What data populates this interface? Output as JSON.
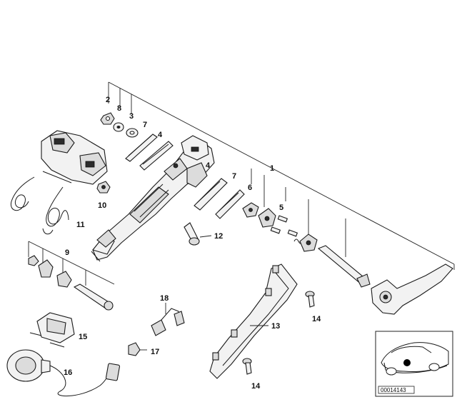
{
  "diagram": {
    "title": "Steering column assembly exploded view",
    "callouts": [
      {
        "id": "c1",
        "label": "1"
      },
      {
        "id": "c2",
        "label": "2"
      },
      {
        "id": "c3",
        "label": "3"
      },
      {
        "id": "c4a",
        "label": "4"
      },
      {
        "id": "c4b",
        "label": "4"
      },
      {
        "id": "c5",
        "label": "5"
      },
      {
        "id": "c6",
        "label": "6"
      },
      {
        "id": "c7a",
        "label": "7"
      },
      {
        "id": "c7b",
        "label": "7"
      },
      {
        "id": "c8",
        "label": "8"
      },
      {
        "id": "c9",
        "label": "9"
      },
      {
        "id": "c10",
        "label": "10"
      },
      {
        "id": "c11",
        "label": "11"
      },
      {
        "id": "c12",
        "label": "12"
      },
      {
        "id": "c13",
        "label": "13"
      },
      {
        "id": "c14a",
        "label": "14"
      },
      {
        "id": "c14b",
        "label": "14"
      },
      {
        "id": "c15",
        "label": "15"
      },
      {
        "id": "c16",
        "label": "16"
      },
      {
        "id": "c17",
        "label": "17"
      },
      {
        "id": "c18",
        "label": "18"
      }
    ],
    "inset": {
      "code": "00014143"
    }
  }
}
